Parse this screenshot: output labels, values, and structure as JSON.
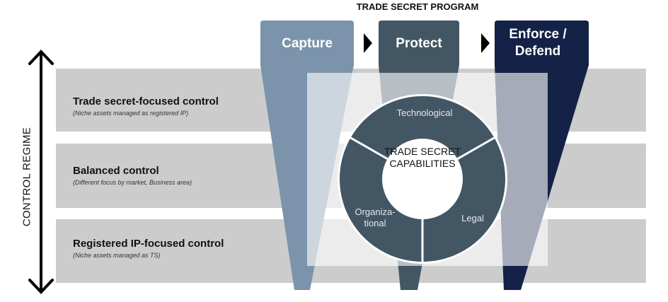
{
  "program": {
    "title": "TRADE SECRET PROGRAM",
    "stages": [
      {
        "label": "Capture",
        "color": "#7b94ab"
      },
      {
        "label": "Protect",
        "color": "#435664"
      },
      {
        "label": "Enforce / Defend",
        "color": "#132246"
      }
    ],
    "arrow_color": "#000000"
  },
  "axis": {
    "label": "CONTROL REGIME"
  },
  "control_levels": [
    {
      "title": "Trade secret-focused control",
      "subtitle": "(Niche assets managed as registered IP)"
    },
    {
      "title": "Balanced control",
      "subtitle": "(Different focus  by market, Business area)"
    },
    {
      "title": "Registered IP-focused control",
      "subtitle": "(Niche assets managed as TS)"
    }
  ],
  "capabilities": {
    "center": "TRADE SECRET CAPABILITIES",
    "segments": [
      {
        "label": "Technological"
      },
      {
        "label": "Legal"
      },
      {
        "label": "Organiza-tional"
      }
    ],
    "ring_color": "#435664"
  },
  "colors": {
    "band": "#cccccc"
  }
}
